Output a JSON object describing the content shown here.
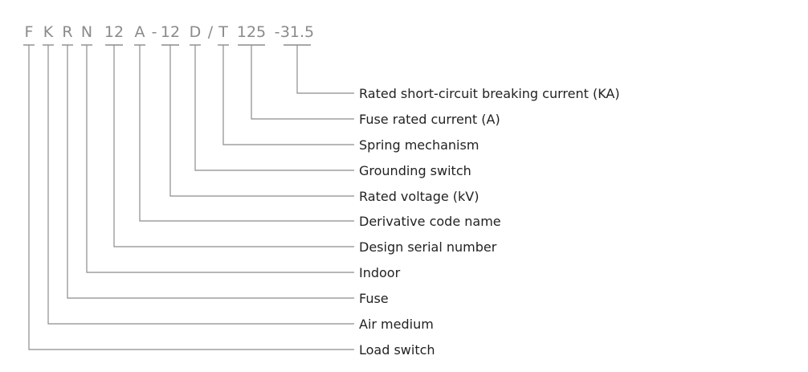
{
  "model_code": {
    "segments": [
      "F",
      "K",
      "R",
      "N",
      "12",
      "A",
      "-",
      "12",
      "D",
      "/",
      "T",
      "125",
      "-",
      "31.5"
    ]
  },
  "labels": [
    "Rated short-circuit breaking current (KA)",
    "Fuse rated current (A)",
    "Spring mechanism",
    "Grounding switch",
    "Rated voltage (kV)",
    "Derivative code name",
    "Design serial number",
    "Indoor",
    "Fuse",
    "Air medium",
    "Load switch"
  ]
}
